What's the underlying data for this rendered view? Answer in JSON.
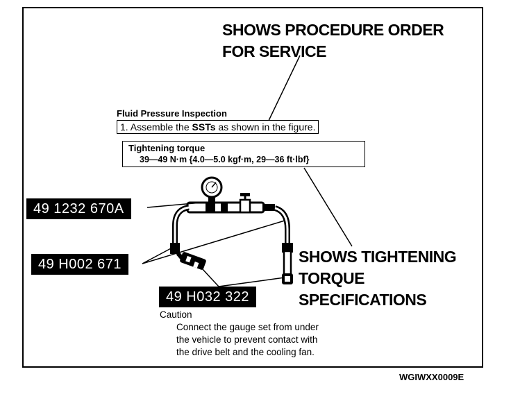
{
  "callouts": {
    "procedure_line1": "SHOWS PROCEDURE ORDER",
    "procedure_line2": "FOR SERVICE",
    "torque_line1": "SHOWS TIGHTENING",
    "torque_line2": "TORQUE",
    "torque_line3": "SPECIFICATIONS"
  },
  "procedure": {
    "heading": "Fluid Pressure Inspection",
    "step_prefix": "1. Assemble the ",
    "step_bold": "SSTs",
    "step_suffix": " as shown in the figure."
  },
  "torque": {
    "heading": "Tightening torque",
    "value": "39—49 N·m {4.0—5.0 kgf·m, 29—36 ft·lbf}"
  },
  "parts": [
    "49 1232 670A",
    "49 H002 671",
    "49 H032 322"
  ],
  "caution": {
    "heading": "Caution",
    "lines": [
      "Connect the gauge set from under",
      "the vehicle to prevent contact with",
      "the drive belt and the cooling fan."
    ]
  },
  "figure_id": "WGIWXX0009E"
}
